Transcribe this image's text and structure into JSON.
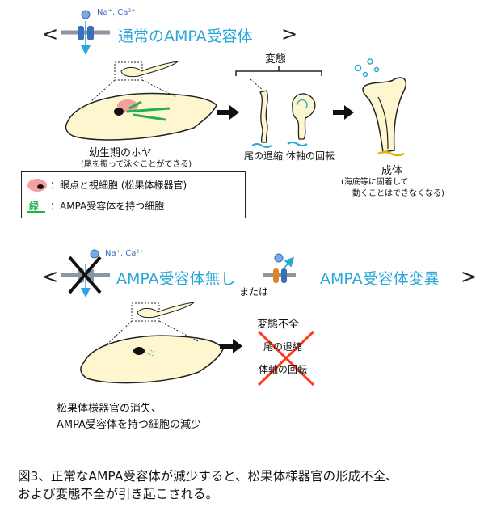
{
  "top": {
    "ion_label": "Na⁺, Ca²⁺",
    "bracket_left": "<",
    "bracket_right": ">",
    "title": "通常のAMPA受容体",
    "larva_label": "幼生期のホヤ",
    "larva_sublabel": "(尾を振って泳ぐことができる)",
    "metamorphosis_label": "変態",
    "stage1_label": "尾の退縮",
    "stage2_label": "体軸の回転",
    "adult_label": "成体",
    "adult_sublabel_1": "(海底等に固着して",
    "adult_sublabel_2": "動くことはできなくなる)"
  },
  "legend": {
    "item1": "：眼点と視細胞 (松果体様器官)",
    "item2_swatch": "緑",
    "item2": "：AMPA受容体を持つ細胞"
  },
  "bottom": {
    "ion_label": "Na⁺, Ca²⁺",
    "bracket_left": "<",
    "bracket_right": ">",
    "title_left": "AMPA受容体無し",
    "or_label": "または",
    "title_right": "AMPA受容体変異",
    "failure_title": "変態不全",
    "failure_item1": "尾の退縮",
    "failure_item2": "体軸の回転",
    "result_line1": "松果体様器官の消失、",
    "result_line2": "AMPA受容体を持つ細胞の減少"
  },
  "caption": {
    "line1": "図3、正常なAMPA受容体が減少すると、松果体様器官の形成不全、",
    "line2": "および変態不全が引き起こされる。"
  },
  "colors": {
    "cyan": "#2aa7d8",
    "body_fill": "#fdf6cf",
    "pink": "#f4a0a0",
    "green": "#22b14c",
    "red_cross": "#ff3b1f",
    "receptor_gray": "#8c96a0",
    "receptor_blue": "#3d6fb6",
    "receptor_orange": "#e0842a"
  }
}
